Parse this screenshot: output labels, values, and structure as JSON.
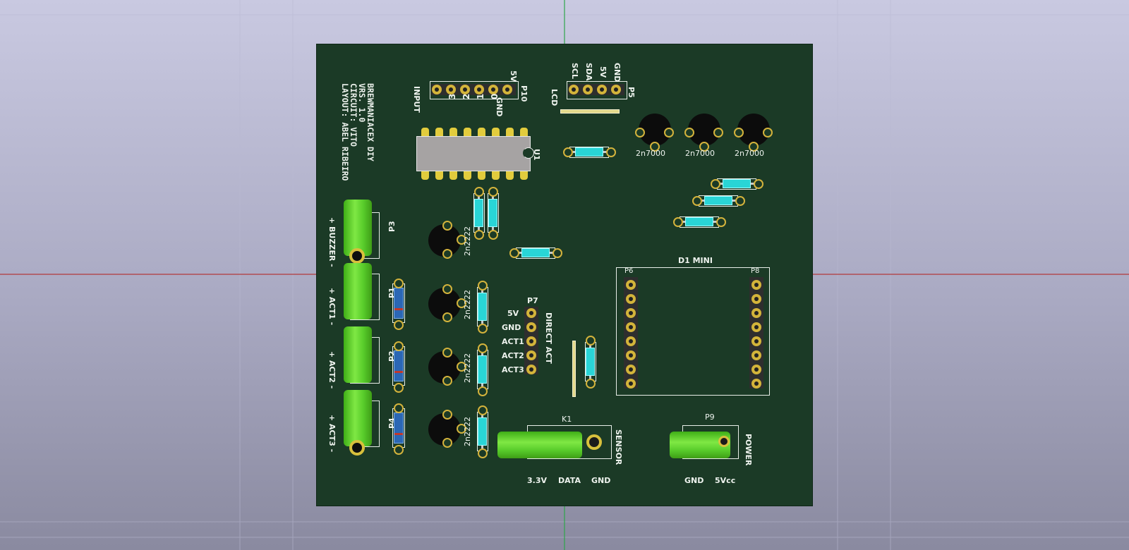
{
  "board": {
    "credits": [
      "BREWMANIACEX DIY",
      "VRS. 1.0",
      "CIRCUIT: VITO",
      "LAYOUT: ABEL RIBEIRO"
    ],
    "input_header": {
      "ref": "P10",
      "label": "INPUT",
      "pins": [
        "3",
        "2",
        "1",
        "0",
        "GND",
        "5V"
      ]
    },
    "lcd_header": {
      "ref": "P5",
      "label": "LCD",
      "pins": [
        "SCL",
        "SDA",
        "5V",
        "GND"
      ]
    },
    "ic_ref": "U1",
    "mosfets": [
      "2n7000",
      "2n7000",
      "2n7000"
    ],
    "bjts": [
      "2n2222",
      "2n2222",
      "2n2222",
      "2n2222"
    ],
    "outputs": [
      {
        "ref": "P3",
        "label": "+ BUZZER -"
      },
      {
        "ref": "P1",
        "label": "+ ACT1 -"
      },
      {
        "ref": "P2",
        "label": "+ ACT2 -"
      },
      {
        "ref": "P4",
        "label": "+ ACT3 -"
      }
    ],
    "direct_act": {
      "ref": "P7",
      "label": "DIRECT ACT",
      "pins": [
        "5V",
        "GND",
        "ACT1",
        "ACT2",
        "ACT3"
      ]
    },
    "d1mini": {
      "title": "D1 MINI",
      "left_ref": "P6",
      "right_ref": "P8"
    },
    "sensor": {
      "ref": "K1",
      "label": "SENSOR",
      "pins": [
        "3.3V",
        "DATA",
        "GND"
      ]
    },
    "power": {
      "ref": "P9",
      "label": "POWER",
      "pins": [
        "GND",
        "5Vcc"
      ]
    }
  }
}
